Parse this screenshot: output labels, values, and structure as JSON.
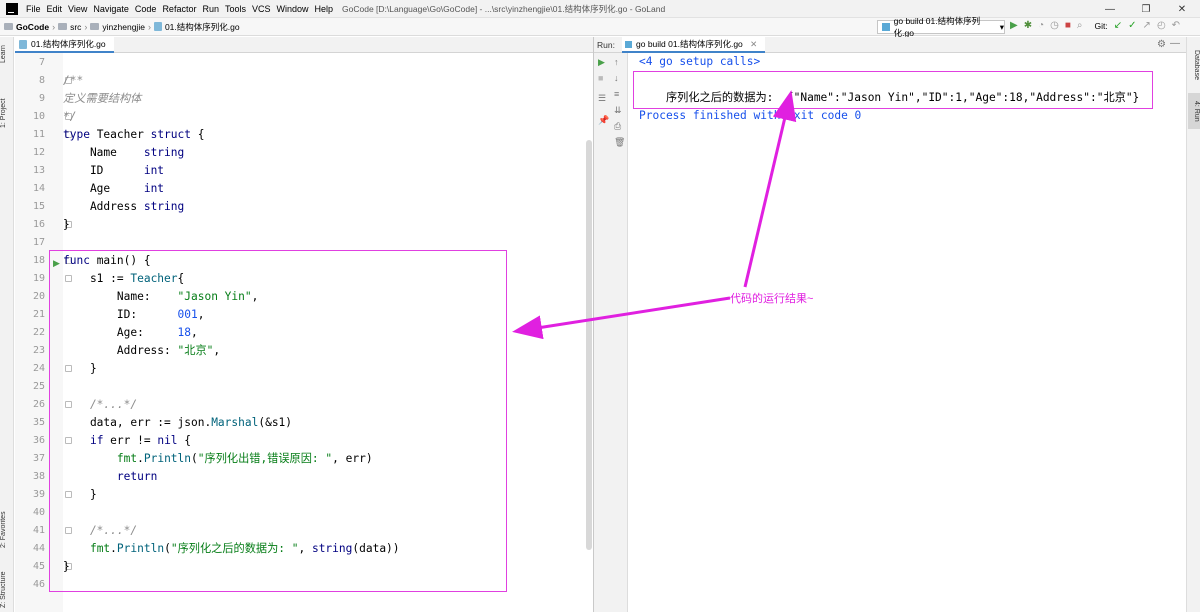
{
  "menubar": {
    "items": [
      "File",
      "Edit",
      "View",
      "Navigate",
      "Code",
      "Refactor",
      "Run",
      "Tools",
      "VCS",
      "Window",
      "Help"
    ],
    "window_title": "GoCode [D:\\Language\\Go\\GoCode] - ...\\src\\yinzhengjie\\01.结构体序列化.go - GoLand"
  },
  "navbar": {
    "crumbs": [
      "GoCode",
      "src",
      "yinzhengjie",
      "01.结构体序列化.go"
    ],
    "run_config": "go build 01.结构体序列化.go",
    "git_label": "Git:"
  },
  "left_tabs": [
    "1: Project",
    "Learn",
    "2: Favorites",
    "Z: Structure"
  ],
  "right_tabs": [
    "Database",
    "4: Run"
  ],
  "editor": {
    "tab_label": "01.结构体序列化.go",
    "line_numbers": [
      "7",
      "8",
      "9",
      "10",
      "11",
      "12",
      "13",
      "14",
      "15",
      "16",
      "17",
      "18",
      "19",
      "20",
      "21",
      "22",
      "23",
      "24",
      "25",
      "26",
      "35",
      "36",
      "37",
      "38",
      "39",
      "40",
      "41",
      "44",
      "45",
      "46"
    ]
  },
  "run_panel": {
    "label": "Run:",
    "tab_label": "go build 01.结构体序列化.go",
    "console": {
      "setup": "<4 go setup calls>",
      "output_prefix": "序列化之后的数据为:",
      "output_json": "{\"Name\":\"Jason Yin\",\"ID\":1,\"Age\":18,\"Address\":\"北京\"}",
      "finished": "Process finished with exit code 0"
    }
  },
  "annotation": {
    "text": "代码的运行结果~",
    "color": "#e020e0"
  },
  "colors": {
    "keyword": "#000080",
    "string": "#067d17",
    "number": "#1750eb",
    "comment": "#8c8c8c",
    "highlight": "#e040e0"
  }
}
